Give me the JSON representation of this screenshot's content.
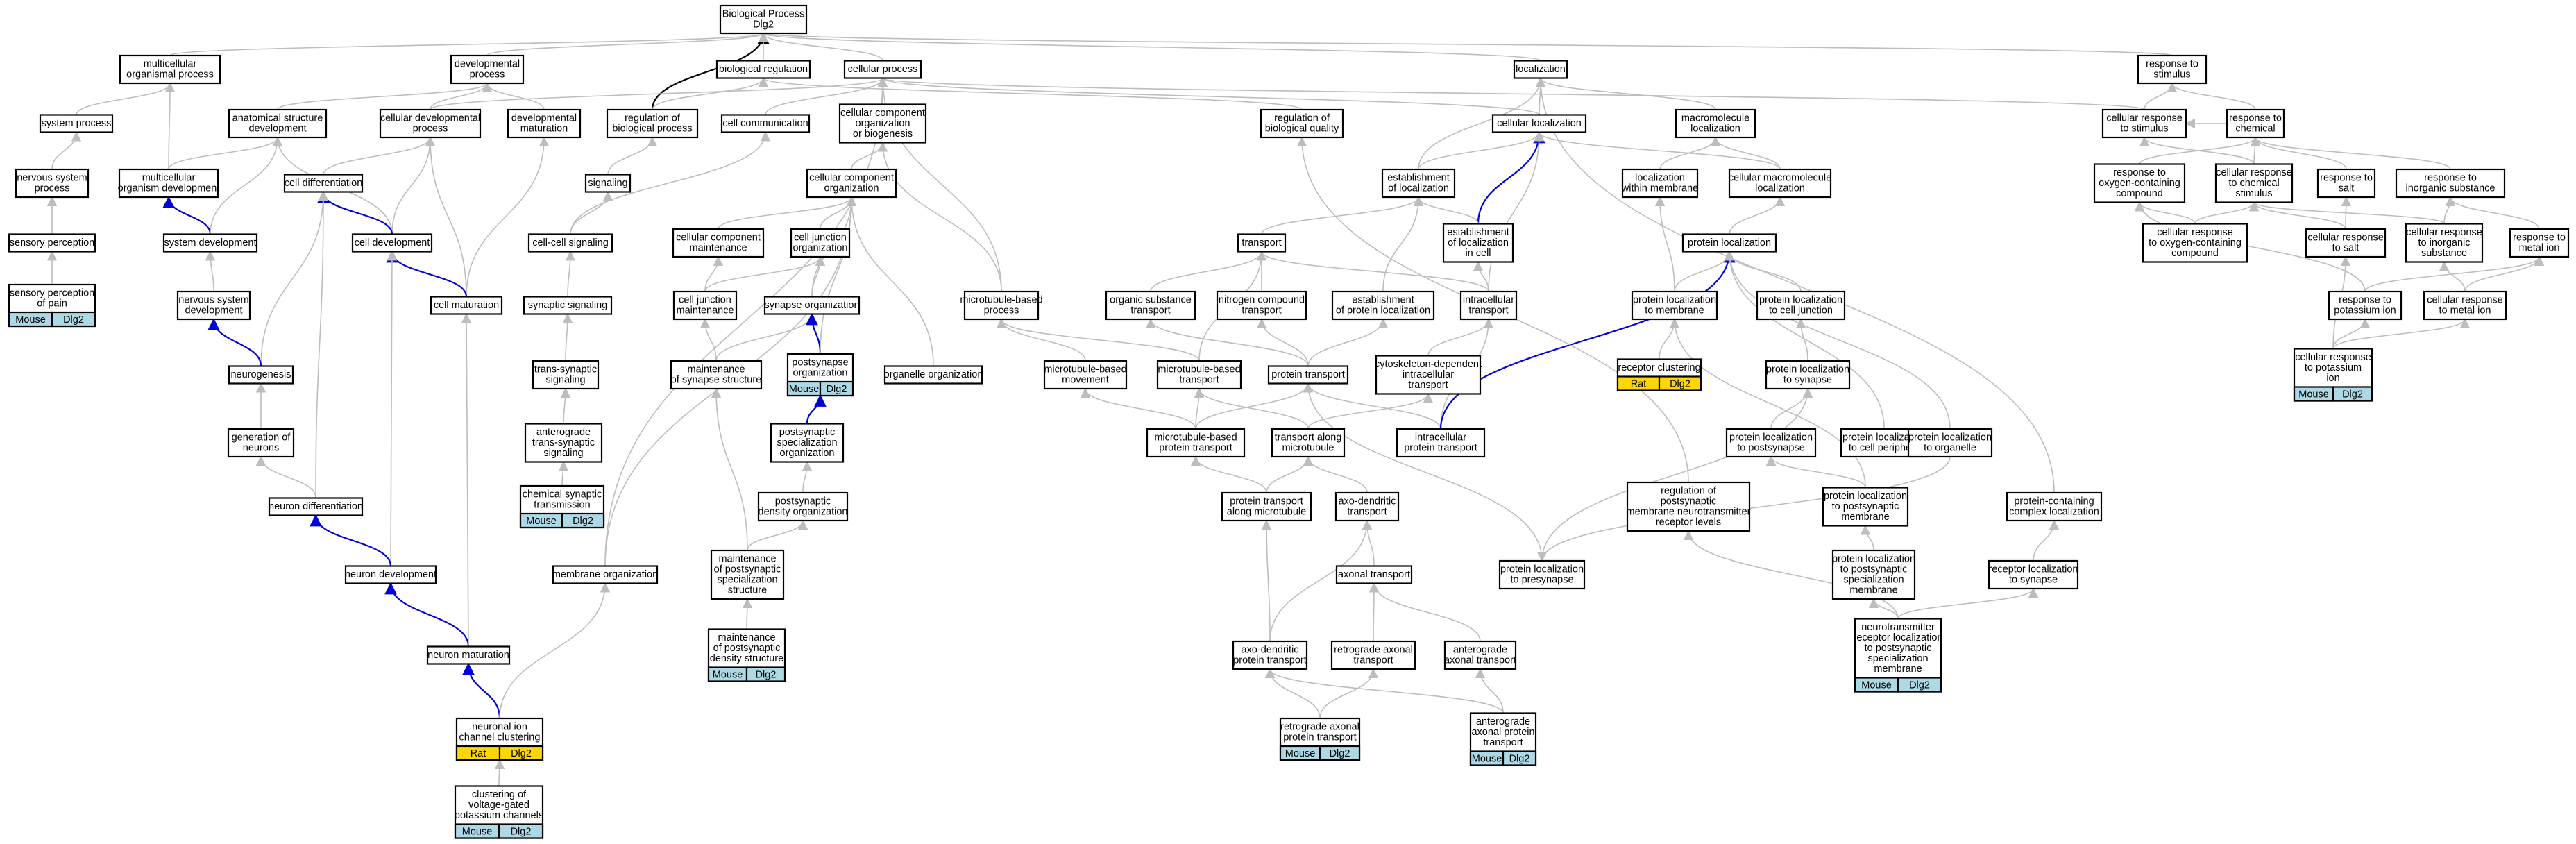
{
  "colors": {
    "box_border": "#000000",
    "mouse_badge": "#add8e6",
    "rat_badge": "#ffd700",
    "edge_default": "#bdbdbd",
    "edge_highlight": "#0000d8",
    "edge_root": "#000000"
  },
  "nodes": [
    {
      "id": "bp",
      "lines": [
        "Biological Process",
        "Dlg2"
      ]
    },
    {
      "id": "mop",
      "lines": [
        "multicellular",
        "organismal process"
      ]
    },
    {
      "id": "devp",
      "lines": [
        "developmental",
        "process"
      ]
    },
    {
      "id": "breg",
      "lines": [
        "biological regulation"
      ]
    },
    {
      "id": "cellp",
      "lines": [
        "cellular process"
      ]
    },
    {
      "id": "loc",
      "lines": [
        "localization"
      ]
    },
    {
      "id": "rts",
      "lines": [
        "response to",
        "stimulus"
      ]
    },
    {
      "id": "sysp",
      "lines": [
        "system process"
      ]
    },
    {
      "id": "asd",
      "lines": [
        "anatomical structure",
        "development"
      ]
    },
    {
      "id": "cdp",
      "lines": [
        "cellular developmental",
        "process"
      ]
    },
    {
      "id": "devm",
      "lines": [
        "developmental",
        "maturation"
      ]
    },
    {
      "id": "rbp",
      "lines": [
        "regulation of",
        "biological process"
      ]
    },
    {
      "id": "ccom",
      "lines": [
        "cell communication"
      ]
    },
    {
      "id": "ccob",
      "lines": [
        "cellular component",
        "organization",
        "or biogenesis"
      ]
    },
    {
      "id": "rbq",
      "lines": [
        "regulation of",
        "biological quality"
      ]
    },
    {
      "id": "cloc",
      "lines": [
        "cellular localization"
      ]
    },
    {
      "id": "mloc",
      "lines": [
        "macromolecule",
        "localization"
      ]
    },
    {
      "id": "crs",
      "lines": [
        "cellular response",
        "to stimulus"
      ]
    },
    {
      "id": "rtc",
      "lines": [
        "response to",
        "chemical"
      ]
    },
    {
      "id": "nsp",
      "lines": [
        "nervous system",
        "process"
      ]
    },
    {
      "id": "mod",
      "lines": [
        "multicellular",
        "organism development"
      ]
    },
    {
      "id": "cdiff",
      "lines": [
        "cell differentiation"
      ]
    },
    {
      "id": "sig",
      "lines": [
        "signaling"
      ]
    },
    {
      "id": "cco",
      "lines": [
        "cellular component",
        "organization"
      ]
    },
    {
      "id": "eol",
      "lines": [
        "establishment",
        "of localization"
      ]
    },
    {
      "id": "lwm",
      "lines": [
        "localization",
        "within membrane"
      ]
    },
    {
      "id": "cml",
      "lines": [
        "cellular macromolecule",
        "localization"
      ]
    },
    {
      "id": "rocc",
      "lines": [
        "response to",
        "oxygen-containing",
        "compound"
      ]
    },
    {
      "id": "crcs",
      "lines": [
        "cellular response",
        "to chemical",
        "stimulus"
      ]
    },
    {
      "id": "rts2",
      "lines": [
        "response to",
        "salt"
      ]
    },
    {
      "id": "ris",
      "lines": [
        "response to",
        "inorganic substance"
      ]
    },
    {
      "id": "spercep",
      "lines": [
        "sensory perception"
      ]
    },
    {
      "id": "sysdev",
      "lines": [
        "system development"
      ]
    },
    {
      "id": "celldev",
      "lines": [
        "cell development"
      ]
    },
    {
      "id": "ccs",
      "lines": [
        "cell-cell signaling"
      ]
    },
    {
      "id": "ccm",
      "lines": [
        "cellular component",
        "maintenance"
      ]
    },
    {
      "id": "cjo",
      "lines": [
        "cell junction",
        "organization"
      ]
    },
    {
      "id": "trans",
      "lines": [
        "transport"
      ]
    },
    {
      "id": "eolc",
      "lines": [
        "establishment",
        "of localization",
        "in cell"
      ]
    },
    {
      "id": "ploc",
      "lines": [
        "protein localization"
      ]
    },
    {
      "id": "crocc",
      "lines": [
        "cellular response",
        "to oxygen-containing",
        "compound"
      ]
    },
    {
      "id": "crsalt",
      "lines": [
        "cellular response",
        "to salt"
      ]
    },
    {
      "id": "cris",
      "lines": [
        "cellular response",
        "to inorganic",
        "substance"
      ]
    },
    {
      "id": "rmi",
      "lines": [
        "response to",
        "metal ion"
      ]
    },
    {
      "id": "spp",
      "lines": [
        "sensory perception",
        "of pain"
      ],
      "badge": {
        "species": "Mouse",
        "gene": "Dlg2"
      }
    },
    {
      "id": "nsd",
      "lines": [
        "nervous system",
        "development"
      ]
    },
    {
      "id": "cmat",
      "lines": [
        "cell maturation"
      ]
    },
    {
      "id": "ssig",
      "lines": [
        "synaptic signaling"
      ]
    },
    {
      "id": "cjm",
      "lines": [
        "cell junction",
        "maintenance"
      ]
    },
    {
      "id": "synorg",
      "lines": [
        "synapse organization"
      ]
    },
    {
      "id": "mbp",
      "lines": [
        "microtubule-based",
        "process"
      ]
    },
    {
      "id": "ost",
      "lines": [
        "organic substance",
        "transport"
      ]
    },
    {
      "id": "nct",
      "lines": [
        "nitrogen compound",
        "transport"
      ]
    },
    {
      "id": "epl",
      "lines": [
        "establishment",
        "of protein localization"
      ]
    },
    {
      "id": "ict",
      "lines": [
        "intracellular",
        "transport"
      ]
    },
    {
      "id": "pltm",
      "lines": [
        "protein localization",
        "to membrane"
      ]
    },
    {
      "id": "pltcj",
      "lines": [
        "protein localization",
        "to cell junction"
      ]
    },
    {
      "id": "rtpi",
      "lines": [
        "response to",
        "potassium ion"
      ]
    },
    {
      "id": "crmi",
      "lines": [
        "cellular response",
        "to metal ion"
      ]
    },
    {
      "id": "neurog",
      "lines": [
        "neurogenesis"
      ]
    },
    {
      "id": "tss",
      "lines": [
        "trans-synaptic",
        "signaling"
      ]
    },
    {
      "id": "mss",
      "lines": [
        "maintenance",
        "of synapse structure"
      ]
    },
    {
      "id": "pso",
      "lines": [
        "postsynapse",
        "organization"
      ],
      "badge": {
        "species": "Mouse",
        "gene": "Dlg2"
      }
    },
    {
      "id": "orgo",
      "lines": [
        "organelle organization"
      ]
    },
    {
      "id": "mbm",
      "lines": [
        "microtubule-based",
        "movement"
      ]
    },
    {
      "id": "mbt",
      "lines": [
        "microtubule-based",
        "transport"
      ]
    },
    {
      "id": "ptrans",
      "lines": [
        "protein transport"
      ]
    },
    {
      "id": "cdit",
      "lines": [
        "cytoskeleton-dependent",
        "intracellular",
        "transport"
      ]
    },
    {
      "id": "rclust",
      "lines": [
        "receptor clustering"
      ],
      "badge": {
        "species": "Rat",
        "gene": "Dlg2"
      }
    },
    {
      "id": "plts",
      "lines": [
        "protein localization",
        "to synapse"
      ]
    },
    {
      "id": "crpi",
      "lines": [
        "cellular response",
        "to potassium",
        "ion"
      ],
      "badge": {
        "species": "Mouse",
        "gene": "Dlg2"
      }
    },
    {
      "id": "gon",
      "lines": [
        "generation of",
        "neurons"
      ]
    },
    {
      "id": "atss",
      "lines": [
        "anterograde",
        "trans-synaptic",
        "signaling"
      ]
    },
    {
      "id": "psso",
      "lines": [
        "postsynaptic",
        "specialization",
        "organization"
      ]
    },
    {
      "id": "mbpt",
      "lines": [
        "microtubule-based",
        "protein transport"
      ]
    },
    {
      "id": "tam",
      "lines": [
        "transport along",
        "microtubule"
      ]
    },
    {
      "id": "ipt",
      "lines": [
        "intracellular",
        "protein transport"
      ]
    },
    {
      "id": "pltps",
      "lines": [
        "protein localization",
        "to postsynapse"
      ]
    },
    {
      "id": "pltcp",
      "lines": [
        "protein localization",
        "to cell periphery"
      ]
    },
    {
      "id": "plto",
      "lines": [
        "protein localization",
        "to organelle"
      ]
    },
    {
      "id": "ndiff",
      "lines": [
        "neuron differentiation"
      ]
    },
    {
      "id": "cst",
      "lines": [
        "chemical synaptic",
        "transmission"
      ],
      "badge": {
        "species": "Mouse",
        "gene": "Dlg2"
      }
    },
    {
      "id": "pdo",
      "lines": [
        "postsynaptic",
        "density organization"
      ]
    },
    {
      "id": "ptam",
      "lines": [
        "protein transport",
        "along microtubule"
      ]
    },
    {
      "id": "adt",
      "lines": [
        "axo-dendritic",
        "transport"
      ]
    },
    {
      "id": "rpmnrl",
      "lines": [
        "regulation of",
        "postsynaptic",
        "membrane neurotransmitter",
        "receptor levels"
      ]
    },
    {
      "id": "pltpm",
      "lines": [
        "protein localization",
        "to postsynaptic",
        "membrane"
      ]
    },
    {
      "id": "pccl",
      "lines": [
        "protein-containing",
        "complex localization"
      ]
    },
    {
      "id": "ndev",
      "lines": [
        "neuron development"
      ]
    },
    {
      "id": "morg",
      "lines": [
        "membrane organization"
      ]
    },
    {
      "id": "mpss",
      "lines": [
        "maintenance",
        "of postsynaptic",
        "specialization",
        "structure"
      ]
    },
    {
      "id": "axt",
      "lines": [
        "axonal transport"
      ]
    },
    {
      "id": "pltpre",
      "lines": [
        "protein localization",
        "to presynapse"
      ]
    },
    {
      "id": "pltpsm",
      "lines": [
        "protein localization",
        "to postsynaptic",
        "specialization",
        "membrane"
      ]
    },
    {
      "id": "rlts",
      "lines": [
        "receptor localization",
        "to synapse"
      ]
    },
    {
      "id": "nmat",
      "lines": [
        "neuron maturation"
      ]
    },
    {
      "id": "mpds",
      "lines": [
        "maintenance",
        "of postsynaptic",
        "density structure"
      ],
      "badge": {
        "species": "Mouse",
        "gene": "Dlg2"
      }
    },
    {
      "id": "adpt",
      "lines": [
        "axo-dendritic",
        "protein transport"
      ]
    },
    {
      "id": "rat",
      "lines": [
        "retrograde axonal",
        "transport"
      ]
    },
    {
      "id": "aat",
      "lines": [
        "anterograde",
        "axonal transport"
      ]
    },
    {
      "id": "nrl",
      "lines": [
        "neurotransmitter",
        "receptor localization",
        "to postsynaptic",
        "specialization",
        "membrane"
      ],
      "badge": {
        "species": "Mouse",
        "gene": "Dlg2"
      }
    },
    {
      "id": "nicc",
      "lines": [
        "neuronal ion",
        "channel clustering"
      ],
      "badge": {
        "species": "Rat",
        "gene": "Dlg2"
      }
    },
    {
      "id": "rapt",
      "lines": [
        "retrograde axonal",
        "protein transport"
      ],
      "badge": {
        "species": "Mouse",
        "gene": "Dlg2"
      }
    },
    {
      "id": "aapt",
      "lines": [
        "anterograde",
        "axonal protein",
        "transport"
      ],
      "badge": {
        "species": "Mouse",
        "gene": "Dlg2"
      }
    },
    {
      "id": "cvgpc",
      "lines": [
        "clustering of",
        "voltage-gated",
        "potassium channels"
      ],
      "badge": {
        "species": "Mouse",
        "gene": "Dlg2"
      }
    }
  ],
  "edges": [
    [
      "rbp",
      "bp",
      "black"
    ],
    [
      "mop",
      "bp"
    ],
    [
      "devp",
      "bp"
    ],
    [
      "breg",
      "bp"
    ],
    [
      "cellp",
      "bp"
    ],
    [
      "loc",
      "bp"
    ],
    [
      "rts",
      "bp"
    ],
    [
      "sysp",
      "mop"
    ],
    [
      "mod",
      "mop"
    ],
    [
      "asd",
      "devp"
    ],
    [
      "cdp",
      "devp"
    ],
    [
      "devm",
      "devp"
    ],
    [
      "rbp",
      "breg"
    ],
    [
      "rbq",
      "breg"
    ],
    [
      "ccom",
      "cellp"
    ],
    [
      "ccob",
      "cellp"
    ],
    [
      "cloc",
      "cellp"
    ],
    [
      "cdp",
      "cellp"
    ],
    [
      "mbp",
      "cellp"
    ],
    [
      "crs",
      "cellp"
    ],
    [
      "cloc",
      "loc"
    ],
    [
      "mloc",
      "loc"
    ],
    [
      "eol",
      "loc"
    ],
    [
      "crs",
      "rts"
    ],
    [
      "rtc",
      "rts"
    ],
    [
      "nsp",
      "sysp"
    ],
    [
      "spercep",
      "nsp"
    ],
    [
      "spp",
      "spercep"
    ],
    [
      "mod",
      "asd"
    ],
    [
      "sysdev",
      "mod",
      "blue"
    ],
    [
      "sysdev",
      "asd"
    ],
    [
      "celldev",
      "asd"
    ],
    [
      "cdiff",
      "cdp"
    ],
    [
      "celldev",
      "cdp"
    ],
    [
      "cmat",
      "cdp"
    ],
    [
      "cmat",
      "devm"
    ],
    [
      "celldev",
      "cdiff",
      "blue"
    ],
    [
      "neurog",
      "cdiff"
    ],
    [
      "ndiff",
      "cdiff"
    ],
    [
      "cmat",
      "celldev",
      "blue"
    ],
    [
      "ndev",
      "celldev"
    ],
    [
      "nsd",
      "sysdev"
    ],
    [
      "neurog",
      "nsd",
      "blue"
    ],
    [
      "gon",
      "neurog"
    ],
    [
      "ndiff",
      "gon"
    ],
    [
      "ndev",
      "ndiff",
      "blue"
    ],
    [
      "nmat",
      "ndev",
      "blue"
    ],
    [
      "nmat",
      "cmat"
    ],
    [
      "nicc",
      "nmat",
      "blue"
    ],
    [
      "cvgpc",
      "nicc"
    ],
    [
      "sig",
      "rbp"
    ],
    [
      "ccs",
      "sig"
    ],
    [
      "ccs",
      "ccom"
    ],
    [
      "ssig",
      "ccs"
    ],
    [
      "tss",
      "ssig"
    ],
    [
      "atss",
      "tss"
    ],
    [
      "cst",
      "atss"
    ],
    [
      "cco",
      "ccob"
    ],
    [
      "morg",
      "cco"
    ],
    [
      "ccm",
      "cco"
    ],
    [
      "cjo",
      "cco"
    ],
    [
      "synorg",
      "cco"
    ],
    [
      "orgo",
      "cco"
    ],
    [
      "cjm",
      "ccm"
    ],
    [
      "cjm",
      "cjo"
    ],
    [
      "synorg",
      "cjo"
    ],
    [
      "mss",
      "cjm"
    ],
    [
      "mss",
      "synorg"
    ],
    [
      "pso",
      "synorg",
      "blue"
    ],
    [
      "psso",
      "pso",
      "blue"
    ],
    [
      "pdo",
      "psso"
    ],
    [
      "mpss",
      "mss"
    ],
    [
      "mpss",
      "pdo"
    ],
    [
      "mpds",
      "mpss"
    ],
    [
      "pso",
      "cco"
    ],
    [
      "eol",
      "cloc"
    ],
    [
      "eolc",
      "cloc",
      "blue"
    ],
    [
      "eolc",
      "eol"
    ],
    [
      "lwm",
      "mloc"
    ],
    [
      "cml",
      "mloc"
    ],
    [
      "cml",
      "cloc"
    ],
    [
      "trans",
      "eol"
    ],
    [
      "epl",
      "eol"
    ],
    [
      "ict",
      "cloc"
    ],
    [
      "ict",
      "eolc"
    ],
    [
      "ost",
      "trans"
    ],
    [
      "nct",
      "trans"
    ],
    [
      "mbt",
      "trans"
    ],
    [
      "ict",
      "trans"
    ],
    [
      "mbp",
      "ccob"
    ],
    [
      "mbm",
      "mbp"
    ],
    [
      "mbt",
      "mbp"
    ],
    [
      "mbpt",
      "mbm"
    ],
    [
      "ptrans",
      "ost"
    ],
    [
      "ptrans",
      "nct"
    ],
    [
      "ptrans",
      "epl"
    ],
    [
      "cdit",
      "ict"
    ],
    [
      "mbpt",
      "mbt"
    ],
    [
      "tam",
      "mbt"
    ],
    [
      "tam",
      "cdit"
    ],
    [
      "ipt",
      "ict"
    ],
    [
      "ipt",
      "ptrans"
    ],
    [
      "ipt",
      "ploc",
      "blue"
    ],
    [
      "ploc",
      "cml"
    ],
    [
      "pltm",
      "lwm"
    ],
    [
      "pltm",
      "ploc"
    ],
    [
      "pltcj",
      "ploc"
    ],
    [
      "rclust",
      "pltm"
    ],
    [
      "plts",
      "pltcj"
    ],
    [
      "pltps",
      "plts"
    ],
    [
      "pltcp",
      "ploc"
    ],
    [
      "plto",
      "ploc"
    ],
    [
      "mbpt",
      "ptrans"
    ],
    [
      "ptam",
      "mbpt"
    ],
    [
      "ptam",
      "tam"
    ],
    [
      "adt",
      "tam"
    ],
    [
      "adpt",
      "ptam"
    ],
    [
      "adpt",
      "adt"
    ],
    [
      "axt",
      "adt"
    ],
    [
      "rat",
      "axt"
    ],
    [
      "aat",
      "axt"
    ],
    [
      "rapt",
      "adpt"
    ],
    [
      "rapt",
      "rat"
    ],
    [
      "aapt",
      "adpt"
    ],
    [
      "aapt",
      "aat"
    ],
    [
      "rpmnrl",
      "rbq"
    ],
    [
      "pltpm",
      "pltps"
    ],
    [
      "pltpm",
      "pltm"
    ],
    [
      "pltpsm",
      "pltpm"
    ],
    [
      "nrl",
      "pltpsm"
    ],
    [
      "nrl",
      "rpmnrl"
    ],
    [
      "nrl",
      "rlts"
    ],
    [
      "rlts",
      "pccl"
    ],
    [
      "pccl",
      "loc"
    ],
    [
      "pltpre",
      "plts"
    ],
    [
      "pltpre",
      "ptrans"
    ],
    [
      "plto",
      "pltpre"
    ],
    [
      "rtc",
      "crs"
    ],
    [
      "rocc",
      "rtc"
    ],
    [
      "crcs",
      "rtc"
    ],
    [
      "rts2",
      "rtc"
    ],
    [
      "ris",
      "rtc"
    ],
    [
      "crcs",
      "crs"
    ],
    [
      "crocc",
      "rocc"
    ],
    [
      "crocc",
      "crcs"
    ],
    [
      "crsalt",
      "rts2"
    ],
    [
      "crsalt",
      "crcs"
    ],
    [
      "cris",
      "ris"
    ],
    [
      "cris",
      "crcs"
    ],
    [
      "rmi",
      "ris"
    ],
    [
      "rtpi",
      "rocc"
    ],
    [
      "rtpi",
      "rmi"
    ],
    [
      "crmi",
      "rmi"
    ],
    [
      "crmi",
      "cris"
    ],
    [
      "crpi",
      "rtpi"
    ],
    [
      "crpi",
      "crmi"
    ],
    [
      "crpi",
      "crsalt"
    ],
    [
      "morg",
      "cellp"
    ],
    [
      "nicc",
      "morg"
    ]
  ]
}
